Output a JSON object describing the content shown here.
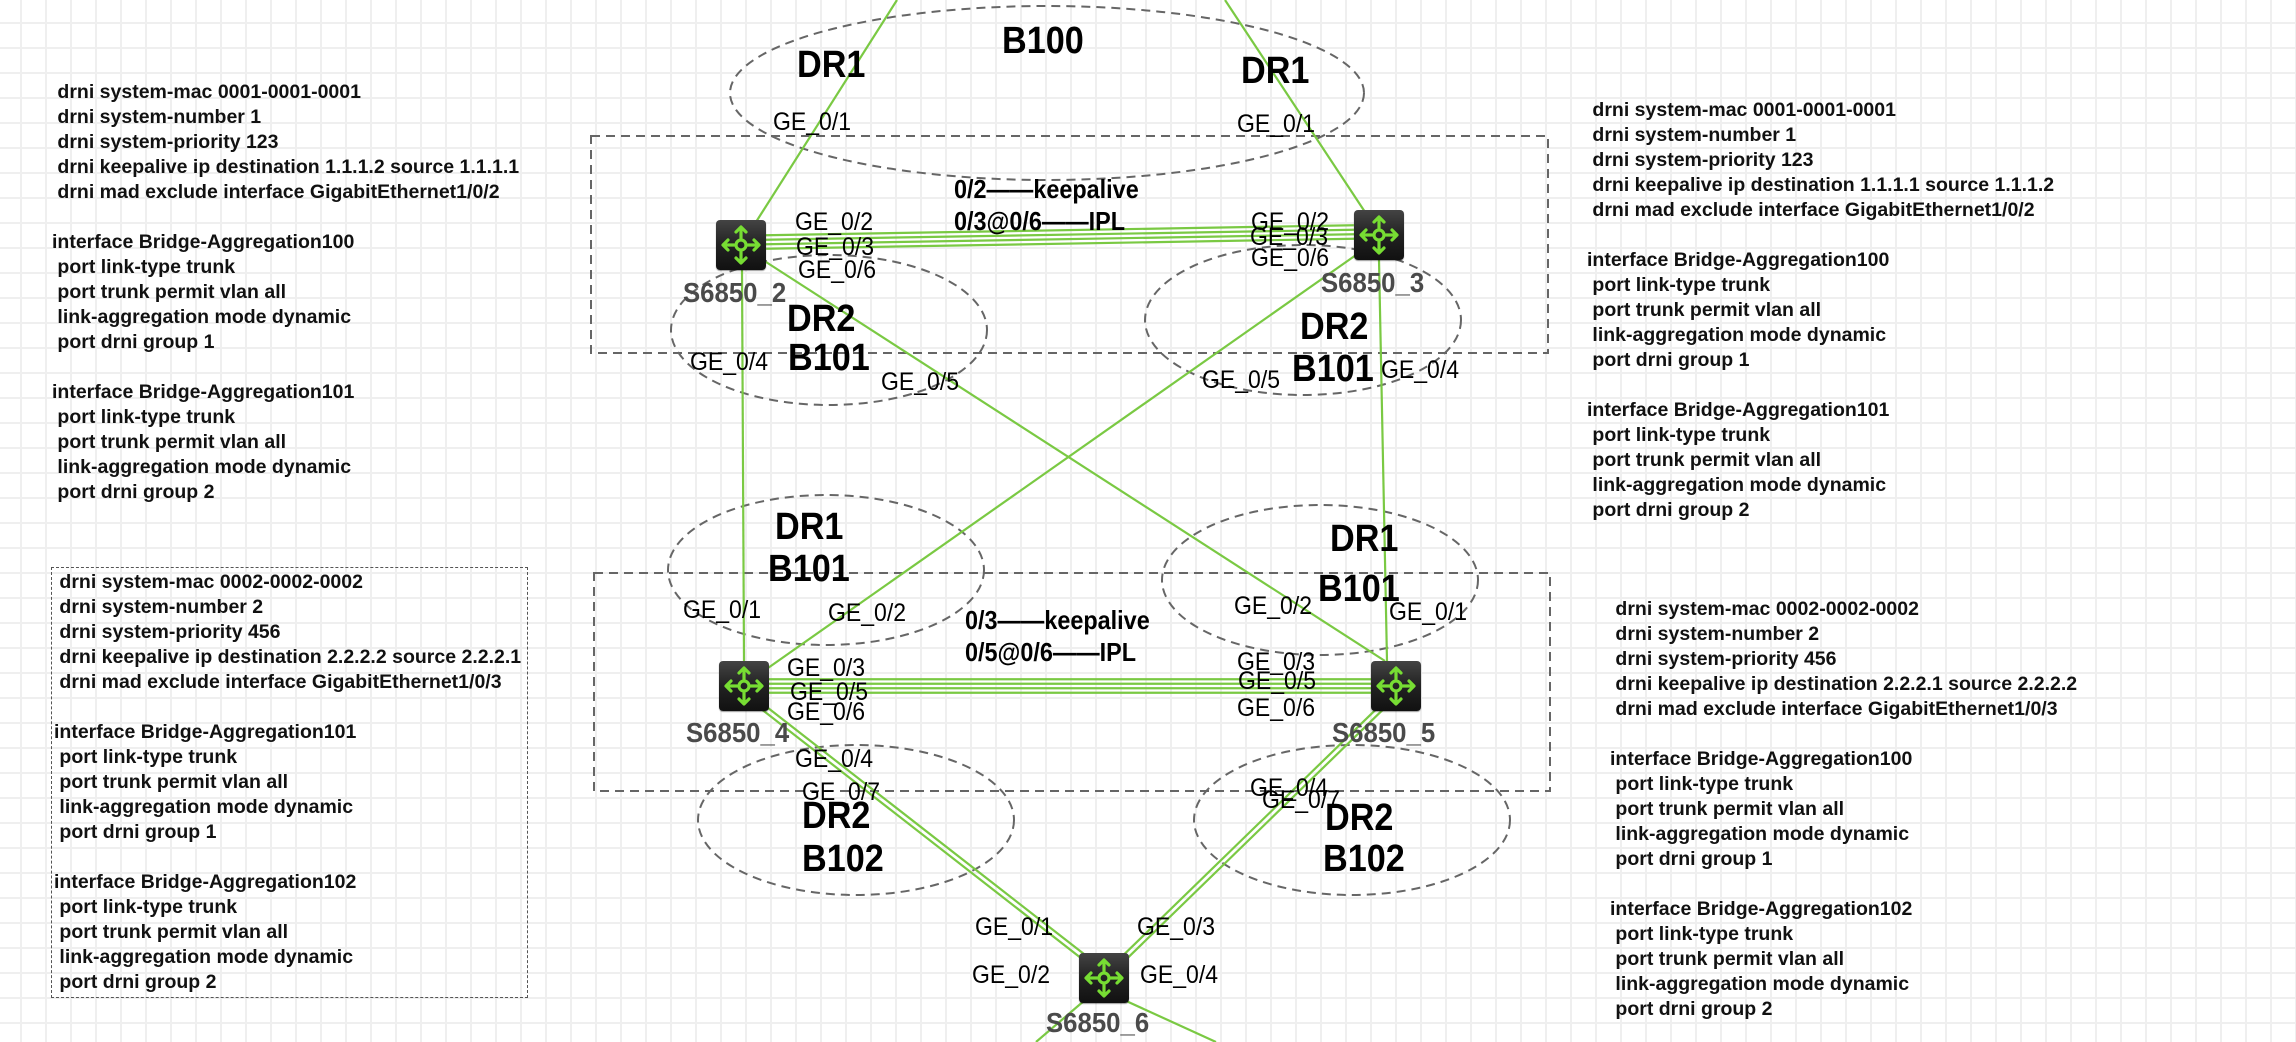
{
  "colors": {
    "link": "#7ac943",
    "ellipse": "#666666",
    "switch_body": "#222222",
    "switch_glyph": "#77dd33",
    "text": "#000000",
    "device_label": "#4a4a4a",
    "grid": "#efefef"
  },
  "config_blocks": {
    "top_left": {
      "lines": [
        " drni system-mac 0001-0001-0001",
        " drni system-number 1",
        " drni system-priority 123",
        " drni keepalive ip destination 1.1.1.2 source 1.1.1.1",
        " drni mad exclude interface GigabitEthernet1/0/2",
        "",
        "interface Bridge-Aggregation100",
        " port link-type trunk",
        " port trunk permit vlan all",
        " link-aggregation mode dynamic",
        " port drni group 1",
        "",
        "interface Bridge-Aggregation101",
        " port link-type trunk",
        " port trunk permit vlan all",
        " link-aggregation mode dynamic",
        " port drni group 2"
      ]
    },
    "top_right": {
      "lines": [
        " drni system-mac 0001-0001-0001",
        " drni system-number 1",
        " drni system-priority 123",
        " drni keepalive ip destination 1.1.1.1 source 1.1.1.2",
        " drni mad exclude interface GigabitEthernet1/0/2",
        "",
        "interface Bridge-Aggregation100",
        " port link-type trunk",
        " port trunk permit vlan all",
        " link-aggregation mode dynamic",
        " port drni group 1",
        "",
        "interface Bridge-Aggregation101",
        " port link-type trunk",
        " port trunk permit vlan all",
        " link-aggregation mode dynamic",
        " port drni group 2"
      ]
    },
    "bottom_left": {
      "lines": [
        " drni system-mac 0002-0002-0002",
        " drni system-number 2",
        " drni system-priority 456",
        " drni keepalive ip destination 2.2.2.2 source 2.2.2.1",
        " drni mad exclude interface GigabitEthernet1/0/3",
        "",
        "interface Bridge-Aggregation101",
        " port link-type trunk",
        " port trunk permit vlan all",
        " link-aggregation mode dynamic",
        " port drni group 1",
        "",
        "interface Bridge-Aggregation102",
        " port link-type trunk",
        " port trunk permit vlan all",
        " link-aggregation mode dynamic",
        " port drni group 2"
      ]
    },
    "bottom_right": {
      "lines": [
        " drni system-mac 0002-0002-0002",
        " drni system-number 2",
        " drni system-priority 456",
        " drni keepalive ip destination 2.2.2.1 source 2.2.2.2",
        " drni mad exclude interface GigabitEthernet1/0/3",
        "",
        "interface Bridge-Aggregation100",
        " port link-type trunk",
        " port trunk permit vlan all",
        " link-aggregation mode dynamic",
        " port drni group 1",
        "",
        "interface Bridge-Aggregation102",
        " port link-type trunk",
        " port trunk permit vlan all",
        " link-aggregation mode dynamic",
        " port drni group 2"
      ]
    }
  },
  "devices": {
    "s2": {
      "name": "S6850_2",
      "icon": "switch-icon"
    },
    "s3": {
      "name": "S6850_3",
      "icon": "switch-icon"
    },
    "s4": {
      "name": "S6850_4",
      "icon": "switch-icon"
    },
    "s5": {
      "name": "S6850_5",
      "icon": "switch-icon"
    },
    "s6": {
      "name": "S6850_6",
      "icon": "switch-icon"
    }
  },
  "groups": {
    "b100_title": "B100",
    "b100_dr1_left": "DR1",
    "b100_dr1_right": "DR1",
    "top_left_dr2": "DR2",
    "top_left_b101": "B101",
    "top_right_dr2": "DR2",
    "top_right_b101": "B101",
    "mid_left_dr1": "DR1",
    "mid_left_b101": "B101",
    "mid_right_dr1": "DR1",
    "mid_right_b101": "B101",
    "bot_left_dr2": "DR2",
    "bot_left_b102": "B102",
    "bot_right_dr2": "DR2",
    "bot_right_b102": "B102"
  },
  "notes": {
    "top_keepalive": "0/2——keepalive",
    "top_ipl": "0/3@0/6——IPL",
    "bottom_keepalive": "0/3——keepalive",
    "bottom_ipl": "0/5@0/6——IPL"
  },
  "ports": {
    "s2_ge01": "GE_0/1",
    "s2_ge02": "GE_0/2",
    "s2_ge03": "GE_0/3",
    "s2_ge06": "GE_0/6",
    "s2_ge04": "GE_0/4",
    "s2_ge05": "GE_0/5",
    "s3_ge01": "GE_0/1",
    "s3_ge02": "GE_0/2",
    "s3_ge03": "GE_0/3",
    "s3_ge06": "GE_0/6",
    "s3_ge05": "GE_0/5",
    "s3_ge04": "GE_0/4",
    "s4_ge01": "GE_0/1",
    "s4_ge02": "GE_0/2",
    "s4_ge03": "GE_0/3",
    "s4_ge05": "GE_0/5",
    "s4_ge06": "GE_0/6",
    "s4_ge04": "GE_0/4",
    "s4_ge07": "GE_0/7",
    "s5_ge02": "GE_0/2",
    "s5_ge01": "GE_0/1",
    "s5_ge03": "GE_0/3",
    "s5_ge05": "GE_0/5",
    "s5_ge06": "GE_0/6",
    "s5_ge04": "GE_0/4",
    "s5_ge07": "GE_0/7",
    "s6_ge01": "GE_0/1",
    "s6_ge03": "GE_0/3",
    "s6_ge02": "GE_0/2",
    "s6_ge04": "GE_0/4"
  }
}
